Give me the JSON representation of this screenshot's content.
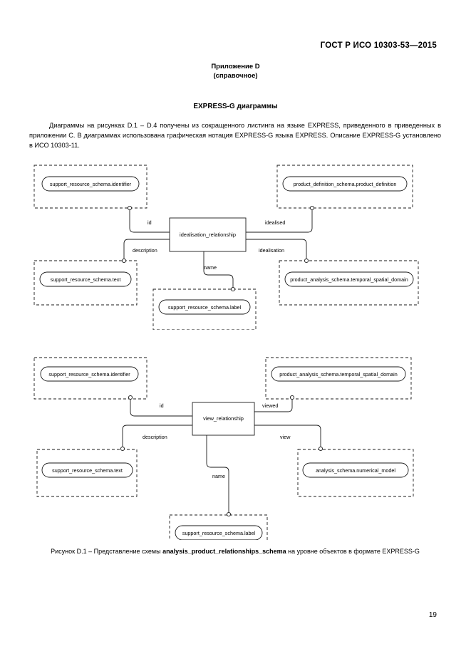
{
  "document": {
    "standard_header": "ГОСТ Р ИСО 10303-53—2015",
    "annex_title": "Приложение D",
    "annex_subtitle": "(справочное)",
    "section_title": "EXPRESS-G диаграммы",
    "intro_paragraph": "Диаграммы на рисунках D.1 – D.4 получены из сокращенного листинга на языке EXPRESS, приведенного в приведенных в приложении C. В диаграммах использована графическая нотация EXPRESS-G языка EXPRESS. Описание EXPRESS-G установлено в ИСО 10303-11.",
    "page_number": "19"
  },
  "figure": {
    "caption_prefix": "Рисунок D.1 –  Представление схемы ",
    "caption_schema": "analysis_product_relationships_schema",
    "caption_suffix": " на уровне объектов в формате EXPRESS-G"
  },
  "diagrams": [
    {
      "id": "diagram-1",
      "entity": "idealisation_relationship",
      "nodes": [
        {
          "name": "support_resource_schema.identifier",
          "position": "top-left"
        },
        {
          "name": "product_definition_schema.product_definition",
          "position": "top-right"
        },
        {
          "name": "support_resource_schema.text",
          "position": "bottom-left"
        },
        {
          "name": "support_resource_schema.label",
          "position": "bottom-center"
        },
        {
          "name": "product_analysis_schema.temporal_spatial_domain",
          "position": "bottom-right"
        }
      ],
      "edges": [
        {
          "label": "id",
          "to": "support_resource_schema.identifier"
        },
        {
          "label": "idealised",
          "to": "product_definition_schema.product_definition"
        },
        {
          "label": "description",
          "to": "support_resource_schema.text"
        },
        {
          "label": "name",
          "to": "support_resource_schema.label"
        },
        {
          "label": "idealisation",
          "to": "product_analysis_schema.temporal_spatial_domain"
        }
      ]
    },
    {
      "id": "diagram-2",
      "entity": "view_relationship",
      "nodes": [
        {
          "name": "support_resource_schema.identifier",
          "position": "top-left"
        },
        {
          "name": "product_analysis_schema.temporal_spatial_domain",
          "position": "top-right"
        },
        {
          "name": "support_resource_schema.text",
          "position": "bottom-left"
        },
        {
          "name": "support_resource_schema.label",
          "position": "bottom-center"
        },
        {
          "name": "analysis_schema.numerical_model",
          "position": "bottom-right"
        }
      ],
      "edges": [
        {
          "label": "id",
          "to": "support_resource_schema.identifier"
        },
        {
          "label": "viewed",
          "to": "product_analysis_schema.temporal_spatial_domain"
        },
        {
          "label": "description",
          "to": "support_resource_schema.text"
        },
        {
          "label": "name",
          "to": "support_resource_schema.label"
        },
        {
          "label": "view",
          "to": "analysis_schema.numerical_model"
        }
      ]
    }
  ],
  "colors": {
    "ink": "#000000",
    "paper": "#ffffff",
    "line": "#1a1a1a"
  }
}
